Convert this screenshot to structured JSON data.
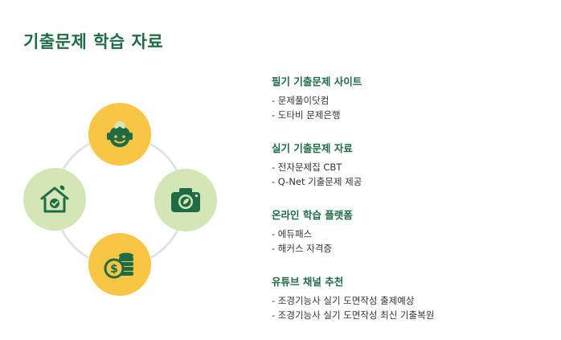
{
  "title": "기출문제 학습 자료",
  "colors": {
    "accent": "#1f6b45",
    "yellow": "#f9c544",
    "light_green": "#d4e6b5",
    "ring": "#e3e3e3"
  },
  "diagram": {
    "icons": [
      "head-leaf-icon",
      "house-check-icon",
      "camera-leaf-icon",
      "coins-dollar-icon"
    ]
  },
  "sections": [
    {
      "title": "필기 기출문제 사이트",
      "items": [
        "- 문제풀이닷컴",
        "- 도타비 문제은행"
      ]
    },
    {
      "title": "실기 기출문제 자료",
      "items": [
        "- 전자문제집 CBT",
        "- Q-Net 기출문제 제공"
      ]
    },
    {
      "title": "온라인 학습 플랫폼",
      "items": [
        "- 에듀패스",
        "- 해커스 자격증"
      ]
    },
    {
      "title": "유튜브 채널 추천",
      "items": [
        "- 조경기능사 실기 도면작성 출제예상",
        "- 조경기능사 실기 도면작성 최신 기출복원"
      ]
    }
  ]
}
